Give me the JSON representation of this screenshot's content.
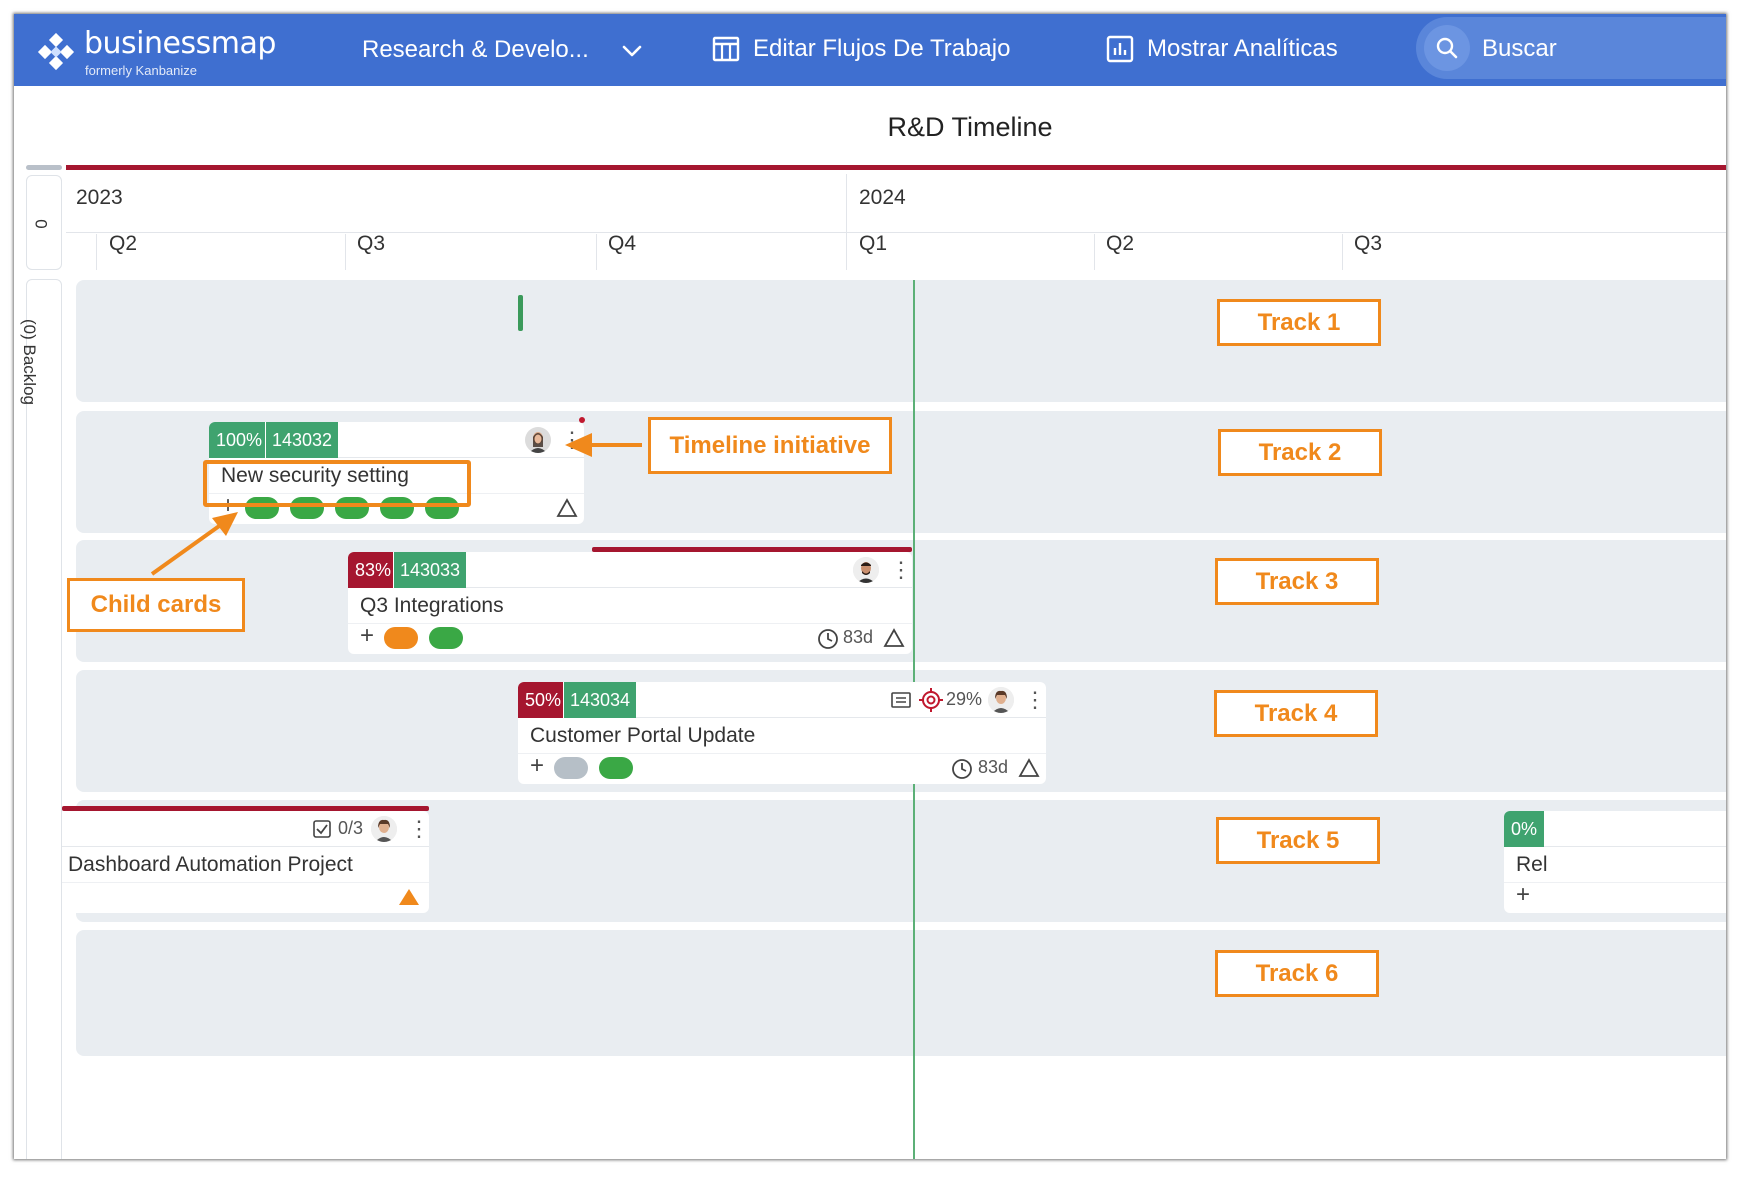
{
  "topbar": {
    "brand_name": "businessmap",
    "brand_sub": "formerly Kanbanize",
    "workspace": "Research & Develo...",
    "edit_flows": "Editar Flujos De Trabajo",
    "analytics": "Mostrar Analíticas",
    "search": "Buscar",
    "color": "#3f6fd0"
  },
  "board": {
    "title": "R&D Timeline"
  },
  "timeline": {
    "swimlane_count": "0",
    "years": [
      "2023",
      "2024"
    ],
    "quarters": [
      "Q2",
      "Q3",
      "Q4",
      "Q1",
      "Q2",
      "Q3"
    ],
    "backlog_label": "(0) Backlog"
  },
  "tracks": [
    "Track 1",
    "Track 2",
    "Track 3",
    "Track 4",
    "Track 5",
    "Track 6"
  ],
  "cards": [
    {
      "percent": "100%",
      "id": "143032",
      "title": "New security setting",
      "percent_color": "#3fa36f",
      "child_pills": [
        "green",
        "green",
        "green",
        "green",
        "green"
      ]
    },
    {
      "percent": "83%",
      "id": "143033",
      "title": "Q3 Integrations",
      "percent_color": "#a5162f",
      "child_pills": [
        "orange",
        "green"
      ],
      "time": "83d"
    },
    {
      "percent": "50%",
      "id": "143034",
      "title": "Customer Portal Update",
      "percent_color": "#a5162f",
      "target": "29%",
      "child_pills": [
        "gray",
        "green"
      ],
      "time": "83d"
    },
    {
      "title": "Dashboard Automation Project",
      "checklist": "0/3"
    },
    {
      "percent": "0%",
      "title_fragment": "Rel"
    }
  ],
  "annotations": {
    "timeline_initiative": "Timeline initiative",
    "child_cards": "Child cards",
    "color": "#f0891c"
  },
  "icons": [
    "brand-logo-icon",
    "chevron-down-icon",
    "table-icon",
    "chart-icon",
    "search-icon",
    "more-vertical-icon",
    "plus-icon",
    "clock-icon",
    "warning-triangle-icon",
    "target-icon",
    "comment-icon",
    "checkbox-icon",
    "avatar"
  ]
}
